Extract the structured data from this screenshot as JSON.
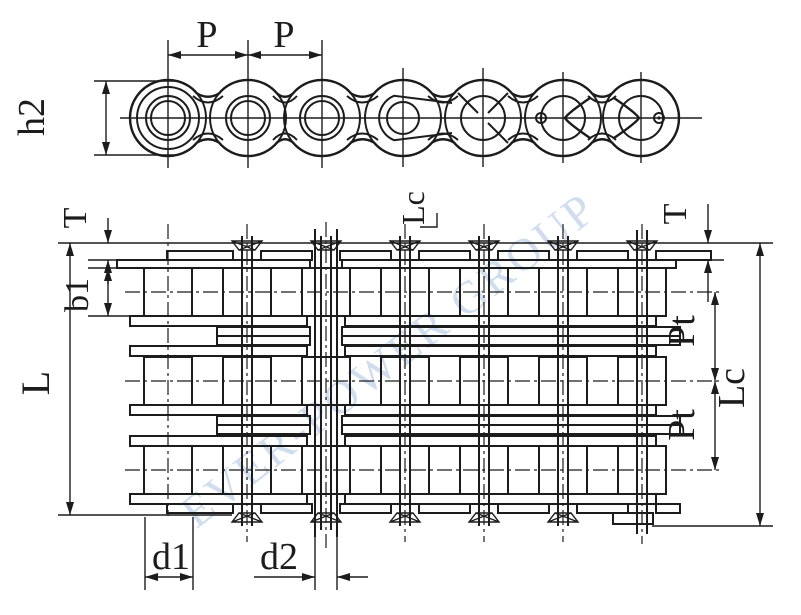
{
  "diagram": {
    "type": "technical-drawing-roller-chain",
    "watermark": {
      "text": "EVER-POWER GROUP",
      "color": "#b3c9e4"
    },
    "colors": {
      "line": "#1c1c1c",
      "background": "#ffffff"
    },
    "annotations": {
      "p1": "P",
      "p2": "P",
      "h2": "h2",
      "t_left": "T",
      "b1": "b1",
      "l": "L",
      "lc_top": "Lc",
      "t_right": "T",
      "pt_upper": "Pt",
      "pt_lower": "Pt",
      "lc_right": "Lc",
      "d1": "d1",
      "d2": "d2"
    }
  }
}
